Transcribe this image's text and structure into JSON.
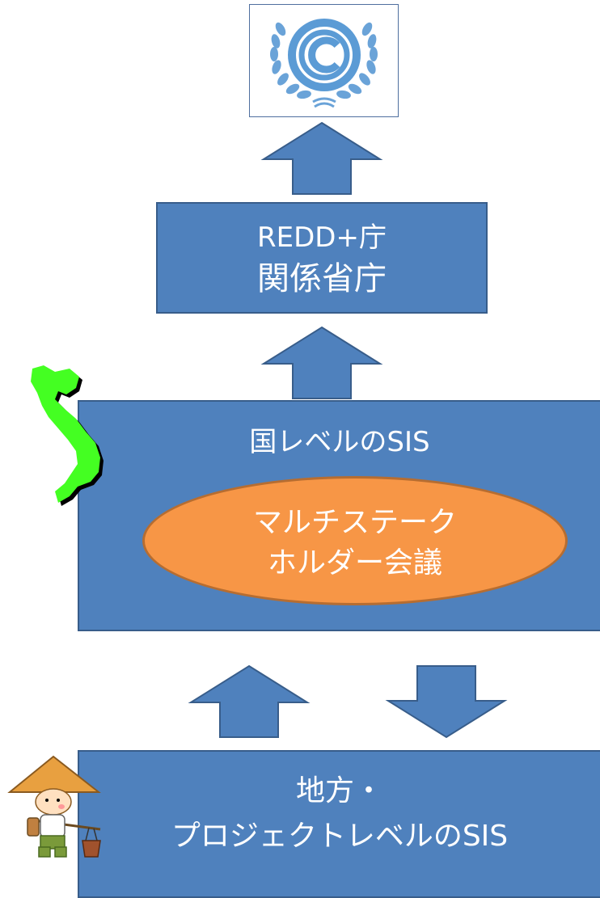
{
  "top": {
    "logo_icon": "unfccc-logo-icon",
    "agency_line1": "REDD+庁",
    "agency_line2": "関係省庁"
  },
  "national": {
    "title": "国レベルのSIS",
    "meeting_line1": "マルチステーク",
    "meeting_line2": "ホルダー会議",
    "map_icon": "vietnam-map-icon"
  },
  "local": {
    "line1": "地方・",
    "line2": "プロジェクトレベルのSIS",
    "person_icon": "farmer-illustration-icon"
  },
  "colors": {
    "box_fill": "#4f81bd",
    "box_border": "#385d8a",
    "oval_fill": "#f79646",
    "oval_border": "#b66d31",
    "map_green": "#44ff22",
    "logo_blue": "#5b9bd5"
  }
}
